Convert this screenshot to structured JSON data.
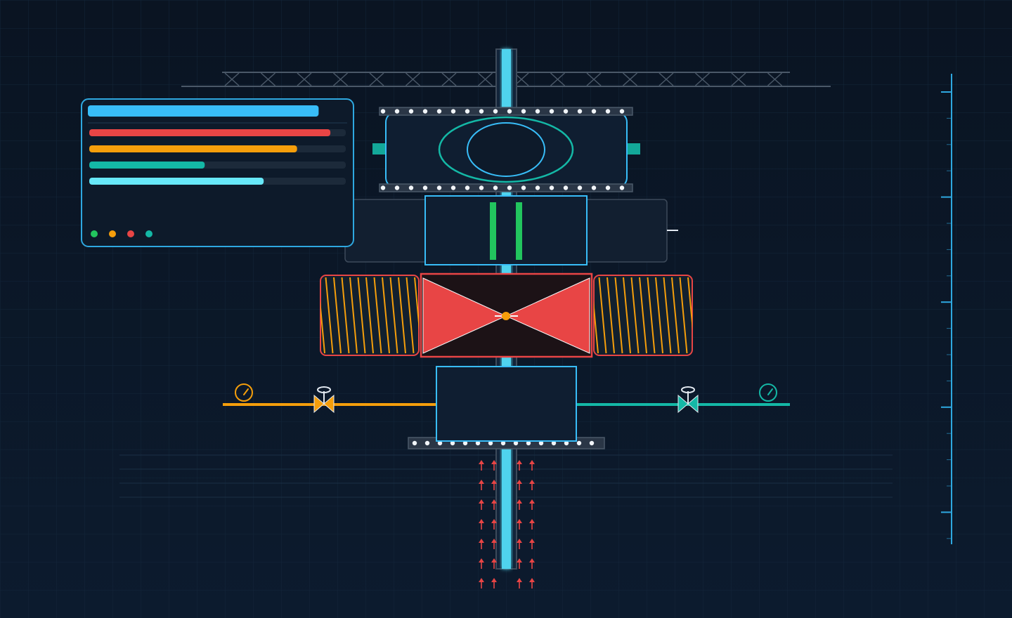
{
  "colors": {
    "background_top": "#0a1422",
    "background_bottom": "#0c1b2e",
    "grid": "#13263a",
    "panel_fill": "#0d1a2a",
    "panel_border": "#2ea8e0",
    "housing_fill": "#0f1e31",
    "frame_gray": "#3d4a5a",
    "shaft": "#4fd3ee",
    "magnet_red": "#e84545",
    "coil_orange": "#f59e0b",
    "teal": "#14b8a6",
    "green": "#22c55e",
    "cyan": "#38bdf8",
    "light_cyan": "#67e8f9",
    "dot_white": "#f1f5f9"
  },
  "status_panel": {
    "header_fill": 0.89,
    "bars": [
      {
        "name": "red-level",
        "color": "#e84545",
        "fill": 0.94
      },
      {
        "name": "orange-level",
        "color": "#f59e0b",
        "fill": 0.81
      },
      {
        "name": "teal-level",
        "color": "#14b8a6",
        "fill": 0.45
      },
      {
        "name": "cyan-level",
        "color": "#67e8f9",
        "fill": 0.68
      }
    ],
    "indicators": [
      {
        "name": "green-indicator",
        "color": "#22c55e"
      },
      {
        "name": "orange-indicator",
        "color": "#f59e0b"
      },
      {
        "name": "red-indicator",
        "color": "#e84545"
      },
      {
        "name": "teal-indicator",
        "color": "#14b8a6"
      }
    ]
  },
  "icons": {
    "left_gauge": "pressure-gauge-icon",
    "right_gauge": "pressure-gauge-icon",
    "left_valve": "gate-valve-icon",
    "right_valve": "gate-valve-icon",
    "flow_arrows": "arrow-up-icon"
  }
}
